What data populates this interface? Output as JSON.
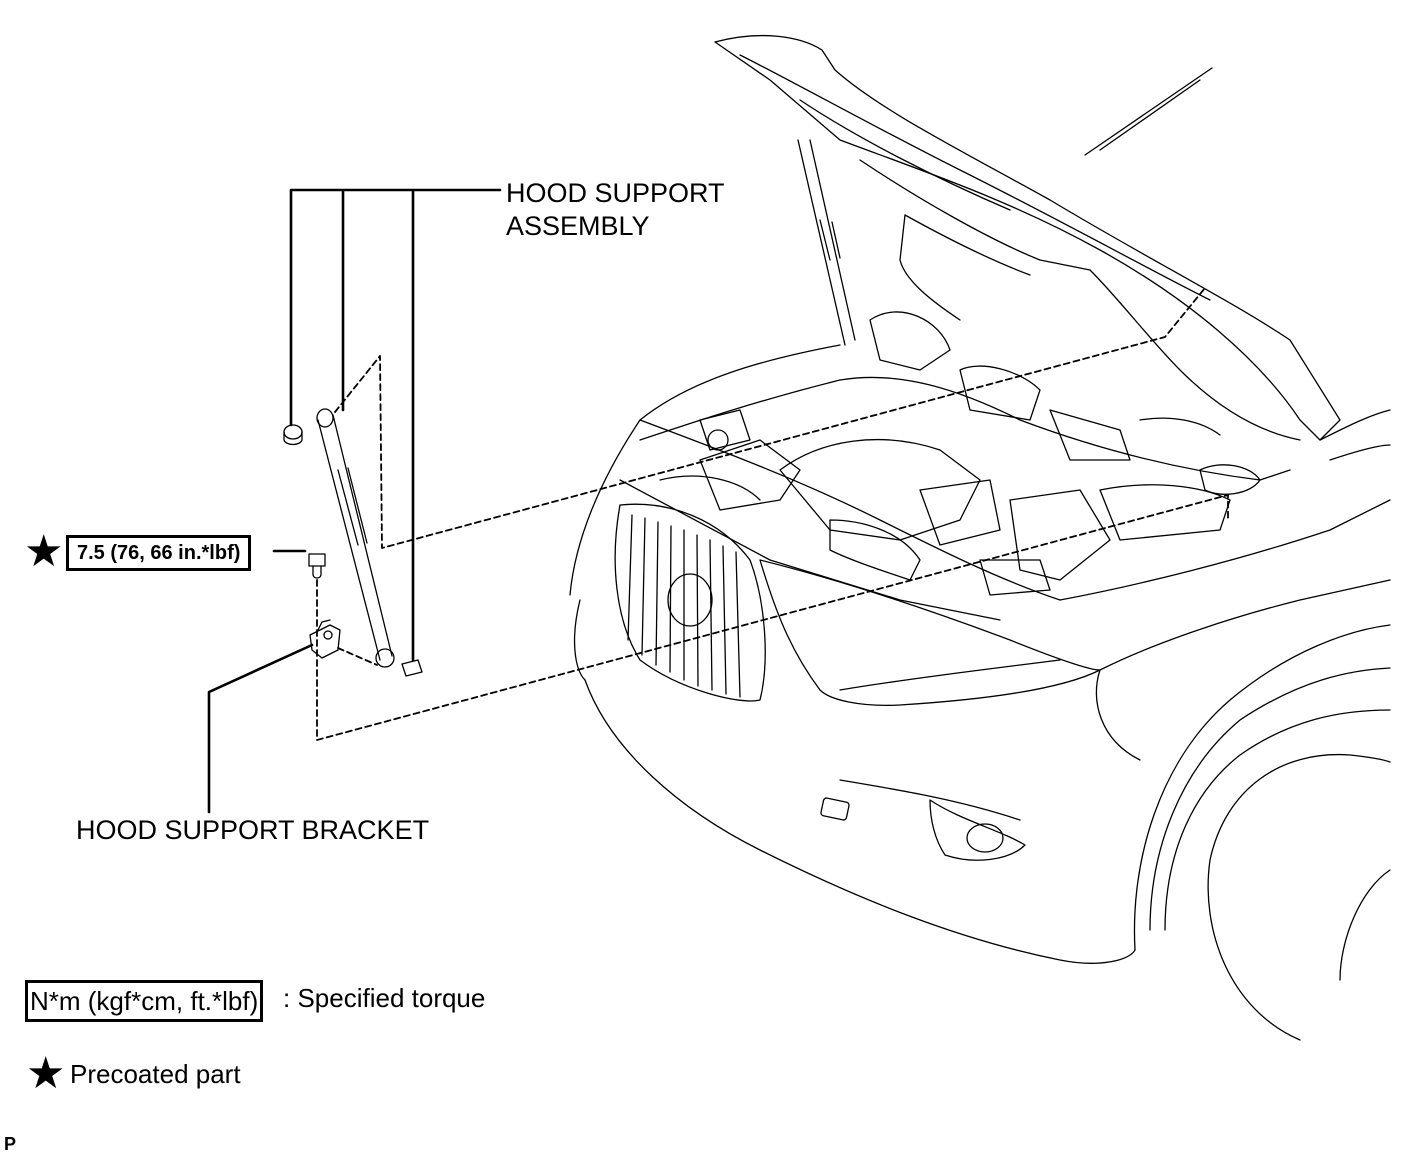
{
  "labels": {
    "hood_support_assembly_line1": "HOOD SUPPORT",
    "hood_support_assembly_line2": "ASSEMBLY",
    "hood_support_bracket": "HOOD SUPPORT BRACKET"
  },
  "torque_spec": {
    "value": "7.5 (76, 66 in.*lbf)",
    "precoated_symbol": "★"
  },
  "legend": {
    "torque_units_box": "N*m (kgf*cm, ft.*lbf)",
    "torque_description": ": Specified torque",
    "precoated_symbol": "★",
    "precoated_description": "Precoated part"
  },
  "figure_code": "P",
  "colors": {
    "line": "#000000",
    "background": "#ffffff"
  }
}
